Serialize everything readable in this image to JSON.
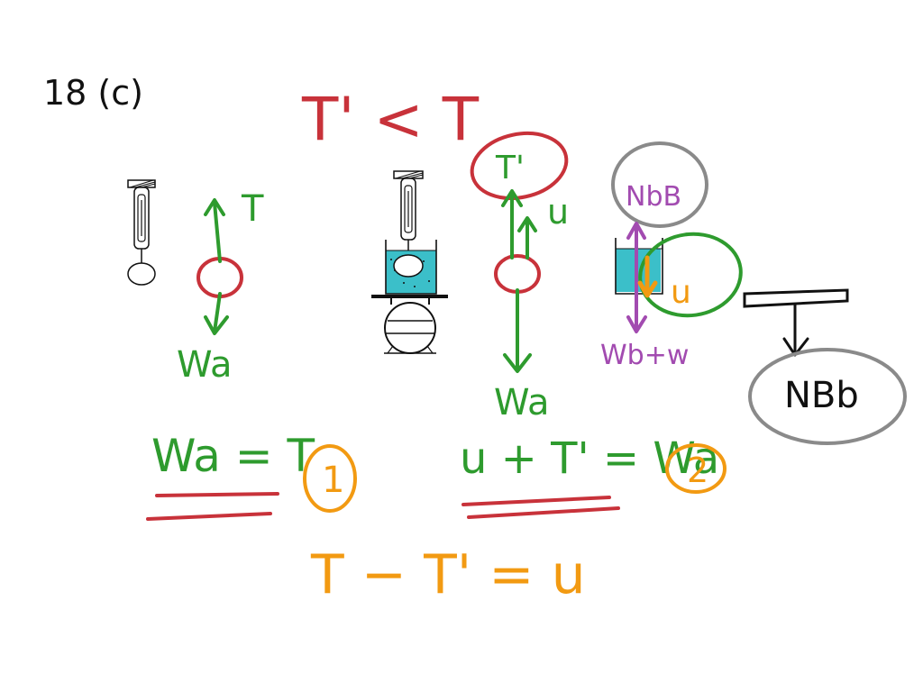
{
  "canvas": {
    "background": "#ffffff"
  },
  "colors": {
    "black": "#111111",
    "red": "#c8323a",
    "green": "#2e9b2e",
    "orange": "#f29a12",
    "purple": "#a24bb0",
    "gray": "#8a8a8a",
    "teal": "#3bbfc9"
  },
  "labels": {
    "problem": "18 (c)",
    "tension_compare": "T' < T",
    "tension_prime": "T'",
    "tension": "T",
    "upthrust_center": "u",
    "upthrust_right": "u",
    "weight_left": "Wa",
    "weight_center": "Wa",
    "normal_top": "NbB",
    "weight_bw": "Wb+w",
    "normal_bottom": "NBb",
    "eq1": "Wa = T",
    "eq1_num": "1",
    "eq2": "u + T' = Wa",
    "eq2_num": "2",
    "eq3": "T − T' = u"
  },
  "icons": {
    "spring_balance_left": "spring-balance-icon",
    "spring_balance_center": "spring-balance-icon",
    "weighing_scale": "weighing-scale-icon",
    "beaker": "beaker-with-water-icon"
  }
}
